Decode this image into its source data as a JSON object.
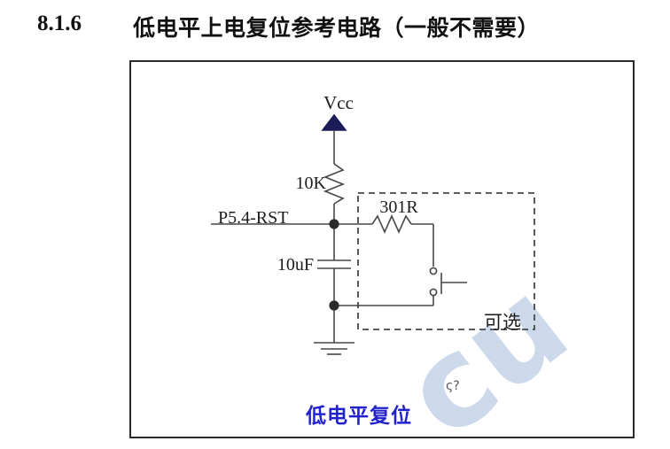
{
  "section": {
    "number": "8.1.6",
    "title": "低电平上电复位参考电路（一般不需要）"
  },
  "circuit": {
    "power_label": "Vcc",
    "pullup_resistor_value": "10K",
    "pin_label": "P5.4-RST",
    "series_resistor_value": "301R",
    "capacitor_value": "10uF",
    "optional_box_label": "可选",
    "caption": "低电平复位",
    "caption_color": "#2222cc",
    "arrow_color": "#1b1b57",
    "line_color": "#474747"
  },
  "watermark": {
    "text": "cu",
    "stray_glyph": "ς?",
    "color": "#ccd9eb"
  }
}
